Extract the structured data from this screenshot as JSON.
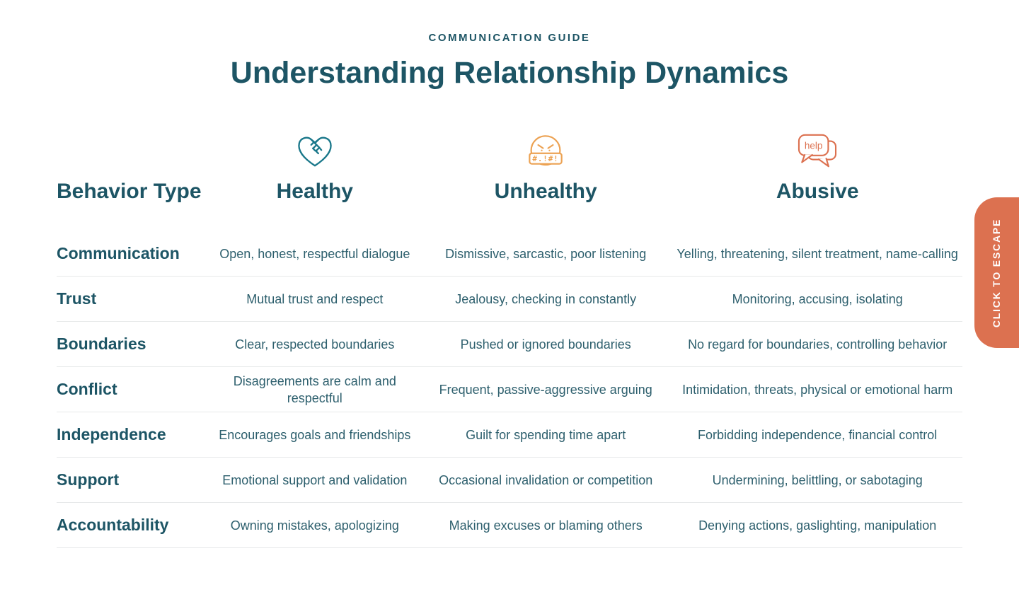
{
  "page": {
    "eyebrow": "COMMUNICATION GUIDE",
    "title": "Understanding Relationship Dynamics"
  },
  "escape_button": {
    "label": "CLICK TO ESCAPE"
  },
  "table": {
    "behavior_header": "Behavior Type",
    "columns": [
      {
        "label": "Healthy",
        "icon": "handshake-heart-icon"
      },
      {
        "label": "Unhealthy",
        "icon": "cursing-emoji-icon"
      },
      {
        "label": "Abusive",
        "icon": "help-speech-bubble-icon"
      }
    ],
    "rows": [
      {
        "behavior": "Communication",
        "healthy": "Open, honest, respectful dialogue",
        "unhealthy": "Dismissive, sarcastic, poor listening",
        "abusive": "Yelling, threatening, silent treatment, name-calling"
      },
      {
        "behavior": "Trust",
        "healthy": "Mutual trust and respect",
        "unhealthy": "Jealousy, checking in constantly",
        "abusive": "Monitoring, accusing, isolating"
      },
      {
        "behavior": "Boundaries",
        "healthy": "Clear, respected boundaries",
        "unhealthy": "Pushed or ignored boundaries",
        "abusive": "No regard for boundaries, controlling behavior"
      },
      {
        "behavior": "Conflict",
        "healthy": "Disagreements are calm and respectful",
        "unhealthy": "Frequent, passive-aggressive arguing",
        "abusive": "Intimidation, threats, physical or emotional harm"
      },
      {
        "behavior": "Independence",
        "healthy": "Encourages goals and friendships",
        "unhealthy": "Guilt for spending time apart",
        "abusive": "Forbidding independence, financial control"
      },
      {
        "behavior": "Support",
        "healthy": "Emotional support and validation",
        "unhealthy": "Occasional invalidation or competition",
        "abusive": "Undermining, belittling, or sabotaging"
      },
      {
        "behavior": "Accountability",
        "healthy": "Owning mistakes, apologizing",
        "unhealthy": "Making excuses or blaming others",
        "abusive": "Denying actions, gaslighting, manipulation"
      }
    ]
  },
  "icons": {
    "unhealthy_mouth_text": "#.!#!",
    "abusive_bubble_text": "help"
  },
  "colors": {
    "heading_teal": "#1d5565",
    "body_text_teal": "#2d5f6d",
    "icon_teal": "#19778a",
    "icon_light_orange": "#eca253",
    "accent_orange": "#dc7150",
    "divider_gray": "#e7e9ea"
  }
}
